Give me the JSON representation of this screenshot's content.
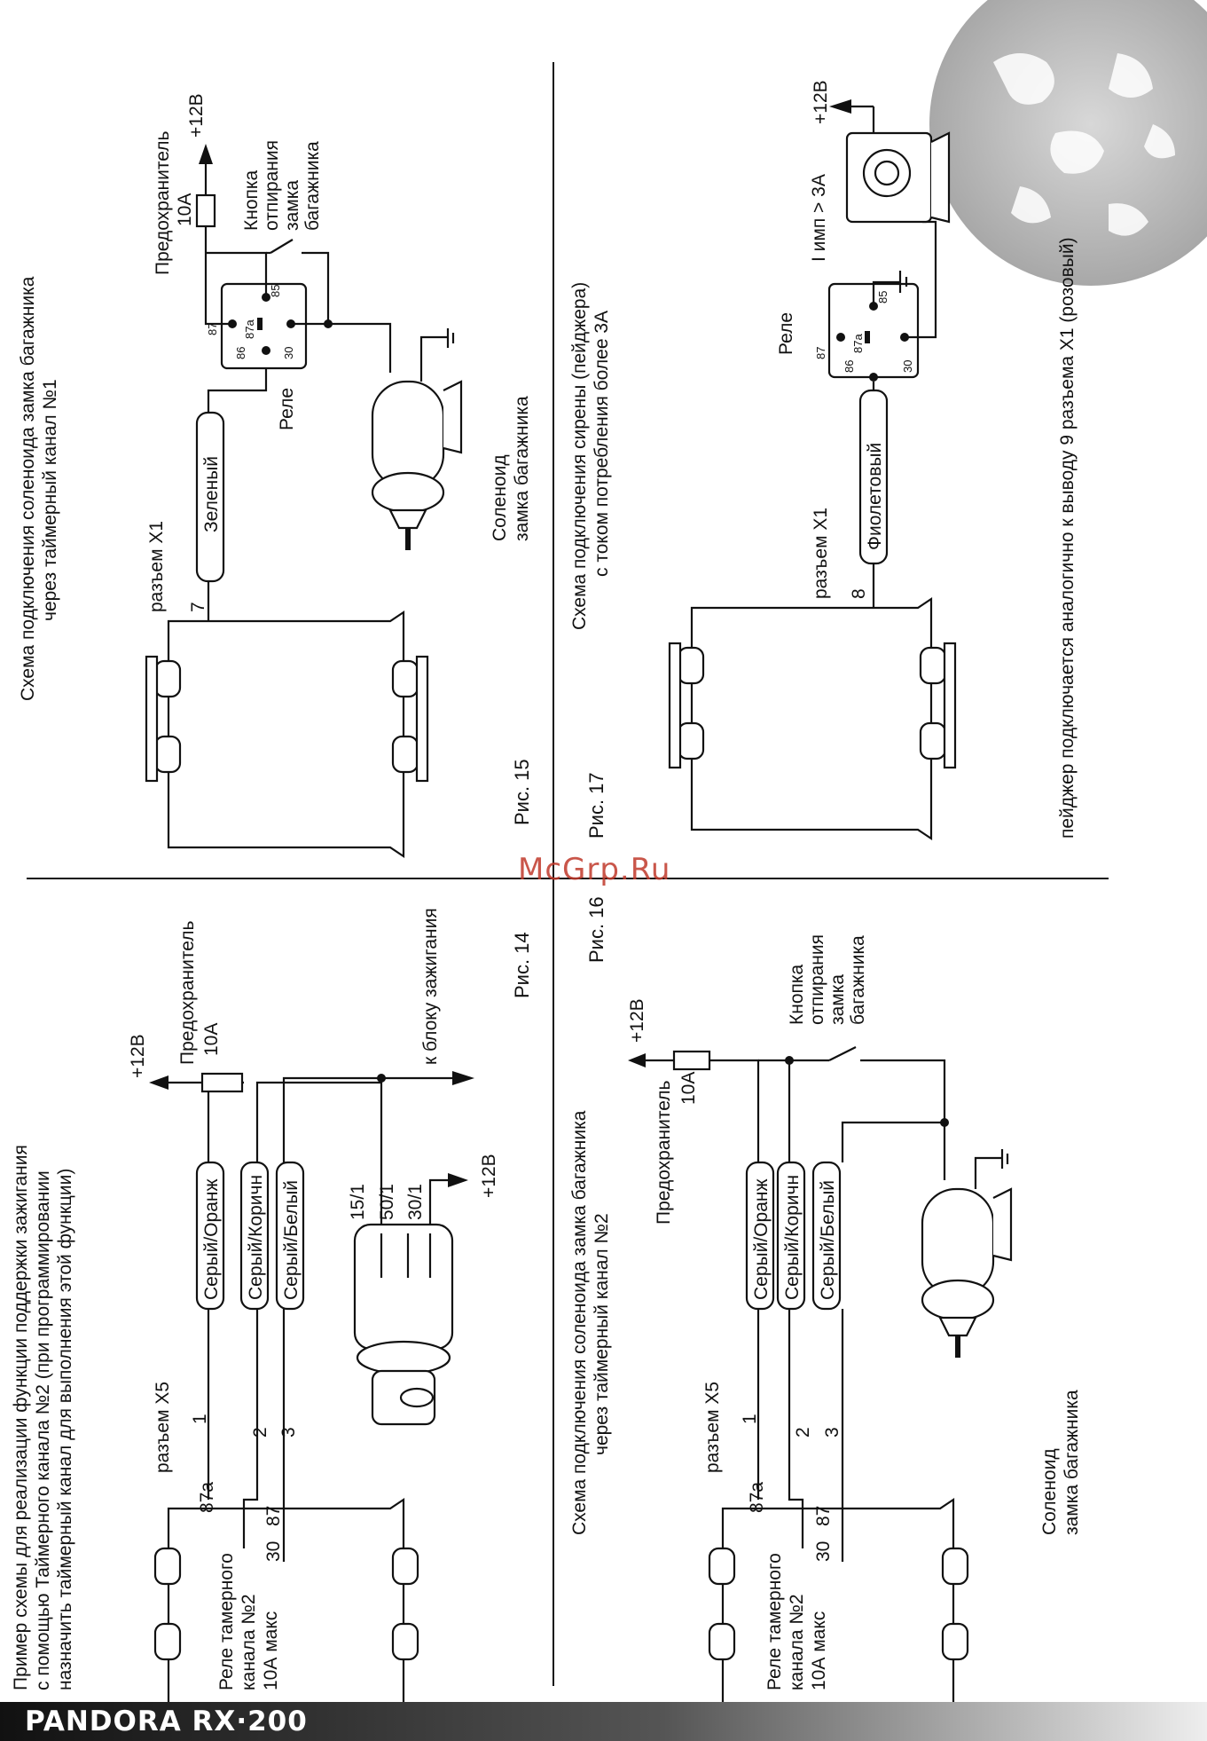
{
  "footer": {
    "brand": "PANDORA RX·200"
  },
  "watermark": "McGrp.Ru",
  "fig14": {
    "title_lines": [
      "Пример схемы для реализации функции поддержки зажигания",
      "с помощью Таймерного канала №2 (при программировании",
      "назначить таймерный канал для выполнения этой функции)"
    ],
    "label": "Рис. 14",
    "plus12_top": "+12В",
    "fuse_label": "Предохранитель",
    "fuse_value": "10А",
    "wires": [
      "Серый/Оранж",
      "Серый/Коричн",
      "Серый/Белый"
    ],
    "pins": [
      "1",
      "2",
      "3"
    ],
    "connector": "разъем X5",
    "relay_lines": [
      "Реле тамерного",
      "канала №2",
      "10А макс"
    ],
    "relay_contacts": [
      "87а",
      "30",
      "87"
    ],
    "ignition_to": "к блоку зажигания",
    "ignition_terms": [
      "15/1",
      "50/1",
      "30/1"
    ],
    "plus12_switch": "+12В"
  },
  "fig15": {
    "title_lines": [
      "Схема подключения соленоида замка багажника",
      "через таймерный канал №1"
    ],
    "label": "Рис. 15",
    "connector": "разъем X1",
    "pin": "7",
    "wire": "Зеленый",
    "relay": "Реле",
    "relay_pins": [
      "87",
      "87а",
      "86",
      "85",
      "30"
    ],
    "fuse_label": "Предохранитель",
    "fuse_value": "10А",
    "plus12": "+12В",
    "button_lines": [
      "Кнопка",
      "отпирания",
      "замка",
      "багажника"
    ],
    "solenoid_lines": [
      "Соленоид",
      "замка багажника"
    ]
  },
  "fig16": {
    "title_lines": [
      "Схема подключения соленоида замка багажника",
      "через таймерный канал №2"
    ],
    "label": "Рис. 16",
    "plus12": "+12В",
    "fuse_label": "Предохранитель",
    "fuse_value": "10А",
    "button_lines": [
      "Кнопка",
      "отпирания",
      "замка",
      "багажника"
    ],
    "wires": [
      "Серый/Оранж",
      "Серый/Коричн",
      "Серый/Белый"
    ],
    "pins": [
      "1",
      "2",
      "3"
    ],
    "connector": "разъем X5",
    "relay_lines": [
      "Реле тамерного",
      "канала №2",
      "10А макс"
    ],
    "relay_contacts": [
      "87а",
      "30",
      "87"
    ],
    "solenoid_lines": [
      "Соленоид",
      "замка багажника"
    ]
  },
  "fig17": {
    "title_lines": [
      "Схема подключения сирены (пейджера)",
      "с током потребления более 3А"
    ],
    "label": "Рис. 17",
    "connector": "разъем X1",
    "pin": "8",
    "wire": "Фиолетовый",
    "relay": "Реле",
    "relay_pins": [
      "87",
      "87а",
      "86",
      "85",
      "30"
    ],
    "plus12": "+12В",
    "current": "I имп > 3А",
    "note": "пейджер подключается аналогично к выводу 9 разъема X1 (розовый)"
  }
}
